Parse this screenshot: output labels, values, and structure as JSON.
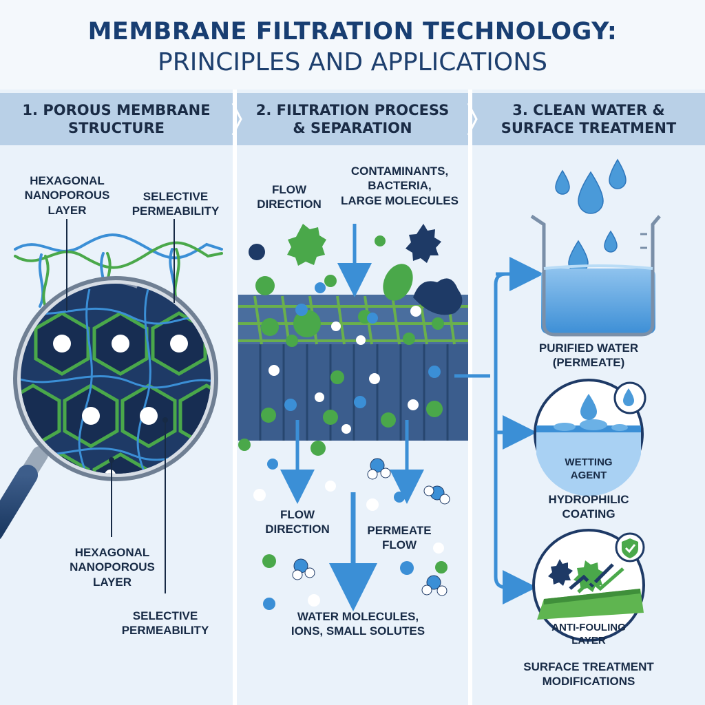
{
  "title": {
    "main": "MEMBRANE FILTRATION TECHNOLOGY:",
    "sub": "PRINCIPLES AND APPLICATIONS"
  },
  "columns": [
    {
      "heading_line1": "1. POROUS MEMBRANE",
      "heading_line2": "STRUCTURE"
    },
    {
      "heading_line1": "2. FILTRATION PROCESS",
      "heading_line2": "& SEPARATION"
    },
    {
      "heading_line1": "3. CLEAN WATER &",
      "heading_line2": "SURFACE TREATMENT"
    }
  ],
  "panel1": {
    "label_top_left": "HEXAGONAL\nNANOPOROUS\nLAYER",
    "label_top_right": "SELECTIVE\nPERMEABILITY",
    "label_bottom_left": "HEXAGONAL\nNANOPOROUS\nLAYER",
    "label_bottom_right": "SELECTIVE\nPERMEABILITY"
  },
  "panel2": {
    "flow_direction_top": "FLOW\nDIRECTION",
    "contaminants": "CONTAMINANTS,\nBACTERIA,\nLARGE MOLECULES",
    "flow_direction_bottom": "FLOW\nDIRECTION",
    "permeate_flow": "PERMEATE\nFLOW",
    "water_molecules": "WATER MOLECULES,\nIONS, SMALL SOLUTES"
  },
  "panel3": {
    "purified_water": "PURIFIED WATER\n(PERMEATE)",
    "wetting_agent": "WETTING\nAGENT",
    "hydrophilic_coating": "HYDROPHILIC\nCOATING",
    "anti_fouling": "ANTI-FOULING\nLAYER",
    "surface_treatment": "SURFACE TREATMENT\nMODIFICATIONS"
  },
  "colors": {
    "navy": "#183e72",
    "blue": "#3b8fd6",
    "green": "#4aa84a",
    "header_band": "#b9d0e7"
  }
}
